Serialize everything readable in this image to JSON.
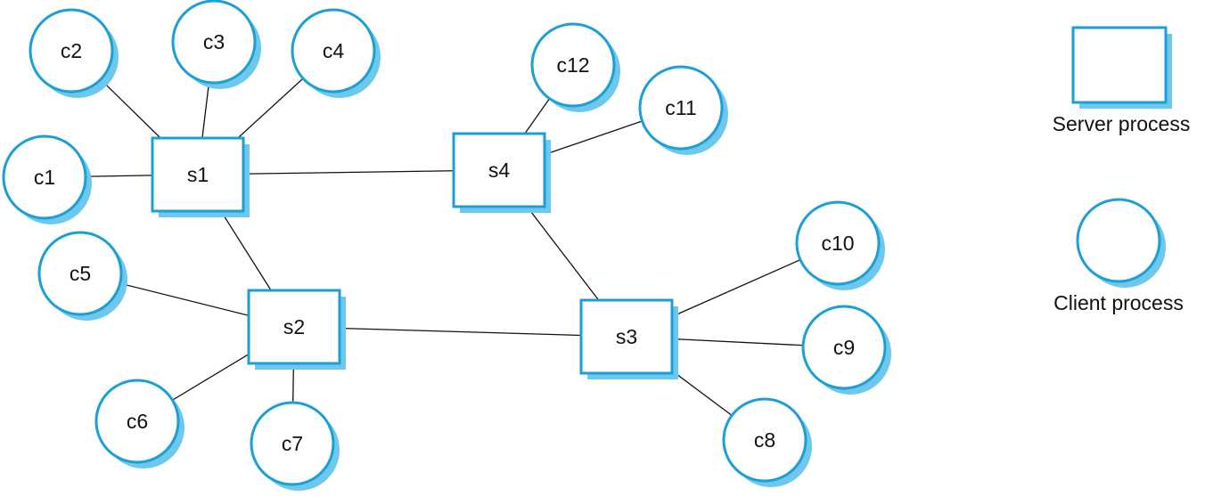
{
  "colors": {
    "outline": "#1a9fd6",
    "shadow": "#6ec8ec",
    "fill": "#ffffff",
    "line": "#111111"
  },
  "diagram": {
    "servers": [
      {
        "id": "s1",
        "label": "s1"
      },
      {
        "id": "s2",
        "label": "s2"
      },
      {
        "id": "s3",
        "label": "s3"
      },
      {
        "id": "s4",
        "label": "s4"
      }
    ],
    "clients": [
      {
        "id": "c1",
        "label": "c1"
      },
      {
        "id": "c2",
        "label": "c2"
      },
      {
        "id": "c3",
        "label": "c3"
      },
      {
        "id": "c4",
        "label": "c4"
      },
      {
        "id": "c5",
        "label": "c5"
      },
      {
        "id": "c6",
        "label": "c6"
      },
      {
        "id": "c7",
        "label": "c7"
      },
      {
        "id": "c8",
        "label": "c8"
      },
      {
        "id": "c9",
        "label": "c9"
      },
      {
        "id": "c10",
        "label": "c10"
      },
      {
        "id": "c11",
        "label": "c11"
      },
      {
        "id": "c12",
        "label": "c12"
      }
    ],
    "connections": [
      [
        "s1",
        "s4"
      ],
      [
        "s1",
        "s2"
      ],
      [
        "s2",
        "s3"
      ],
      [
        "s4",
        "s3"
      ],
      [
        "s1",
        "c1"
      ],
      [
        "s1",
        "c2"
      ],
      [
        "s1",
        "c3"
      ],
      [
        "s1",
        "c4"
      ],
      [
        "s2",
        "c5"
      ],
      [
        "s2",
        "c6"
      ],
      [
        "s2",
        "c7"
      ],
      [
        "s3",
        "c8"
      ],
      [
        "s3",
        "c9"
      ],
      [
        "s3",
        "c10"
      ],
      [
        "s4",
        "c11"
      ],
      [
        "s4",
        "c12"
      ]
    ]
  },
  "legend": {
    "server_label": "Server process",
    "client_label": "Client process"
  }
}
